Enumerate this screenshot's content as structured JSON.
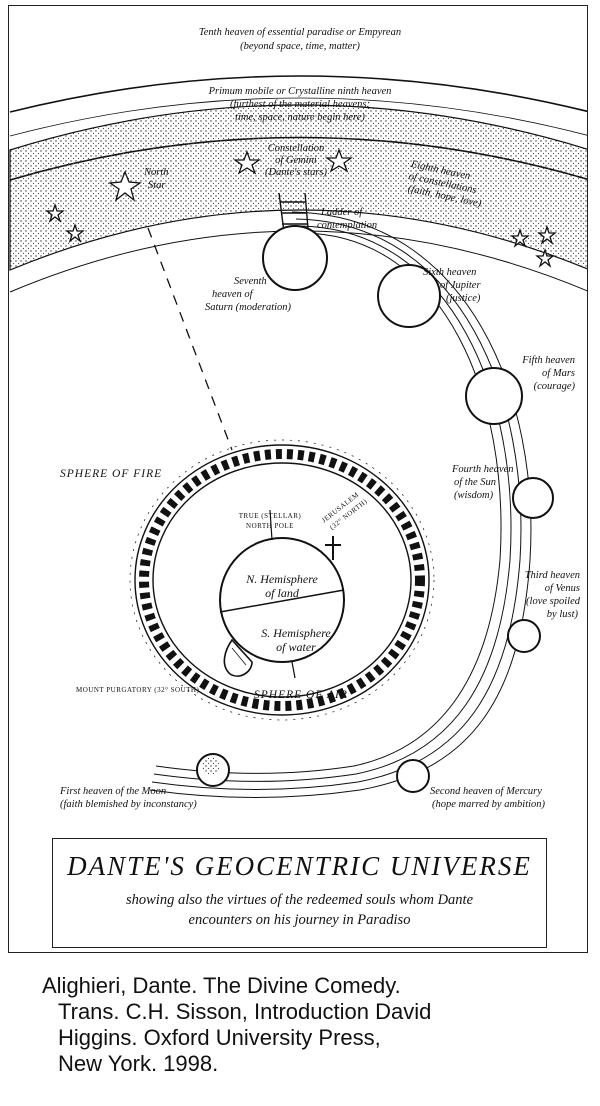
{
  "labels": {
    "tenth": [
      "Tenth heaven of essential paradise or Empyrean",
      "(beyond space, time, matter)"
    ],
    "ninth": [
      "Primum mobile or Crystalline ninth heaven",
      "(furthest of the material heavens:",
      "time, space, nature begin here)"
    ],
    "north_star": [
      "North",
      "Star"
    ],
    "gemini": [
      "Constellation",
      "of Gemini",
      "(Dante's stars)"
    ],
    "eighth": [
      "Eighth heaven",
      "of constellations",
      "(faith, hope, love)"
    ],
    "ladder": [
      "Ladder of",
      "contemplation"
    ],
    "seventh": [
      "Seventh",
      "heaven of",
      "Saturn (moderation)"
    ],
    "sixth": [
      "Sixth heaven",
      "of Jupiter",
      "(justice)"
    ],
    "fifth": [
      "Fifth heaven",
      "of Mars",
      "(courage)"
    ],
    "fourth": [
      "Fourth heaven",
      "of the Sun",
      "(wisdom)"
    ],
    "third": [
      "Third heaven",
      "of Venus",
      "(love spoiled",
      "by lust)"
    ],
    "second": [
      "Second heaven of Mercury",
      "(hope marred by ambition)"
    ],
    "first": [
      "First heaven of the Moon",
      "(faith blemished by inconstancy)"
    ],
    "sphere_fire": "SPHERE OF FIRE",
    "sphere_air": "SPHERE OF AIR",
    "north_pole": [
      "TRUE (STELLAR)",
      "NORTH POLE"
    ],
    "jerusalem": [
      "JERUSALEM",
      "(32° NORTH)"
    ],
    "n_hemisphere": [
      "N. Hemisphere",
      "of land"
    ],
    "s_hemisphere": [
      "S. Hemisphere",
      "of water"
    ],
    "purgatory": "MOUNT PURGATORY (32° SOUTH)"
  },
  "title": {
    "heading": "DANTE'S GEOCENTRIC UNIVERSE",
    "sub_line1": "showing also the virtues of the redeemed souls whom Dante",
    "sub_line2": "encounters on his journey in Paradiso"
  },
  "citation": [
    "Alighieri, Dante.  The Divine Comedy.",
    "Trans. C.H. Sisson, Introduction David",
    "Higgins.  Oxford University Press,",
    "New York. 1998."
  ]
}
